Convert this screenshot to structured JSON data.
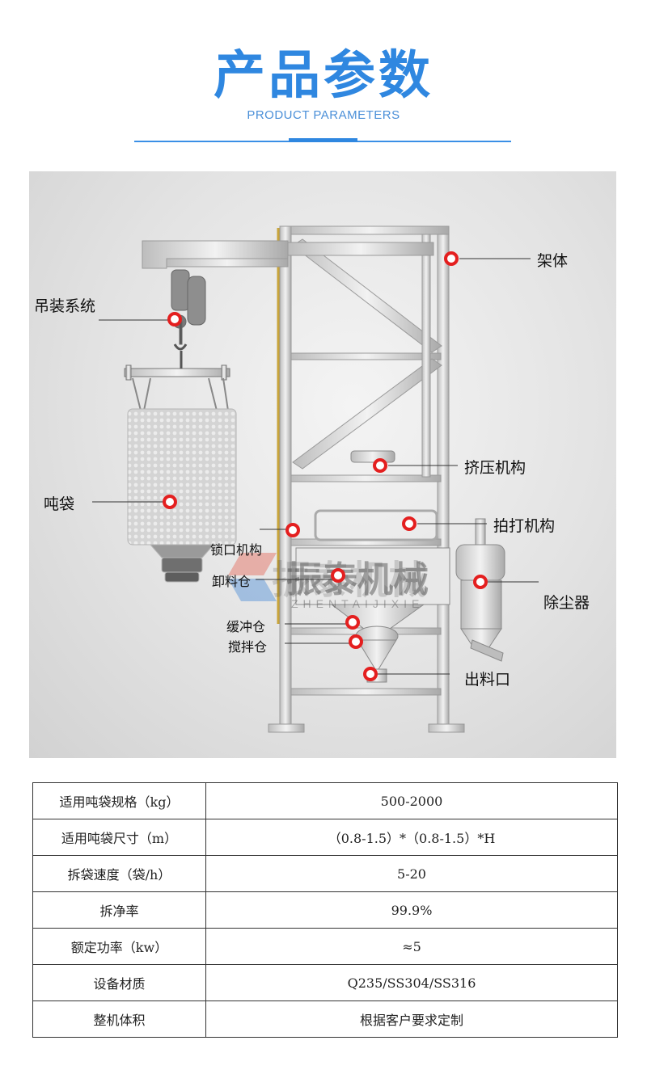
{
  "colors": {
    "accent": "#2f87e0",
    "divider": "#3a8fe6",
    "marker": "#e41f1f",
    "subtitle": "#4a8fd8",
    "frame": "#d9d9d9"
  },
  "header": {
    "title": "产品参数",
    "subtitle": "PRODUCT PARAMETERS"
  },
  "figure": {
    "watermark": "振泰机械",
    "watermark_en": "ZHENTAIJIXIE",
    "callouts": {
      "frame_body": "架体",
      "hoist": "吊装系统",
      "bag": "吨袋",
      "squeeze": "挤压机构",
      "beater": "拍打机构",
      "lock": "锁口机构",
      "unload": "卸料仓",
      "dust": "除尘器",
      "buffer": "缓冲仓",
      "mixer": "搅拌仓",
      "outlet": "出料口"
    }
  },
  "specs": {
    "rows": [
      {
        "label": "适用吨袋规格（kg）",
        "value": "500-2000"
      },
      {
        "label": "适用吨袋尺寸（m）",
        "value": "（0.8-1.5）*（0.8-1.5）*H"
      },
      {
        "label": "拆袋速度（袋/h）",
        "value": "5-20"
      },
      {
        "label": "拆净率",
        "value": "99.9%"
      },
      {
        "label": "额定功率（kw）",
        "value": "≈5"
      },
      {
        "label": "设备材质",
        "value": "Q235/SS304/SS316"
      },
      {
        "label": "整机体积",
        "value": "根据客户要求定制"
      }
    ]
  }
}
